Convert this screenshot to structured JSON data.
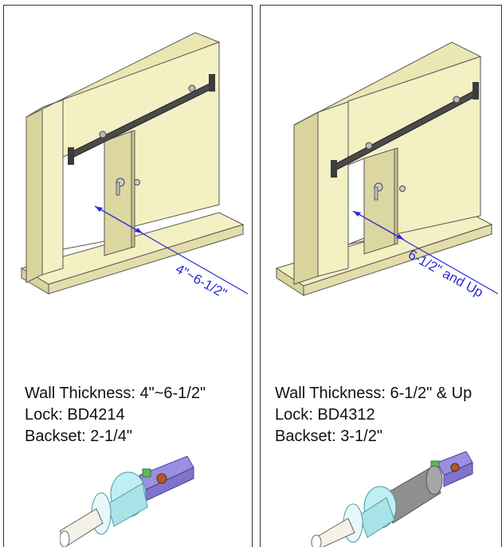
{
  "panels": [
    {
      "dimension_label": "4\"~6-1/2\"",
      "wall_thickness": "Wall Thickness: 4\"~6-1/2\"",
      "lock": "Lock: BD4214",
      "backset": "Backset: 2-1/4\""
    },
    {
      "dimension_label": "6-1/2\" and Up",
      "wall_thickness": "Wall Thickness: 6-1/2\" & Up",
      "lock": "Lock: BD4312",
      "backset": "Backset: 3-1/2\""
    }
  ],
  "colors": {
    "wall_face": "#f3f0c4",
    "wall_side": "#d9d49b",
    "wall_top": "#ebe7b3",
    "rail": "#4a4a4a",
    "dimension": "#2b2bd6",
    "lock_body": "#bfeff2",
    "lock_bracket": "#9a8fe0",
    "lock_spindle": "#8f8f8f"
  }
}
